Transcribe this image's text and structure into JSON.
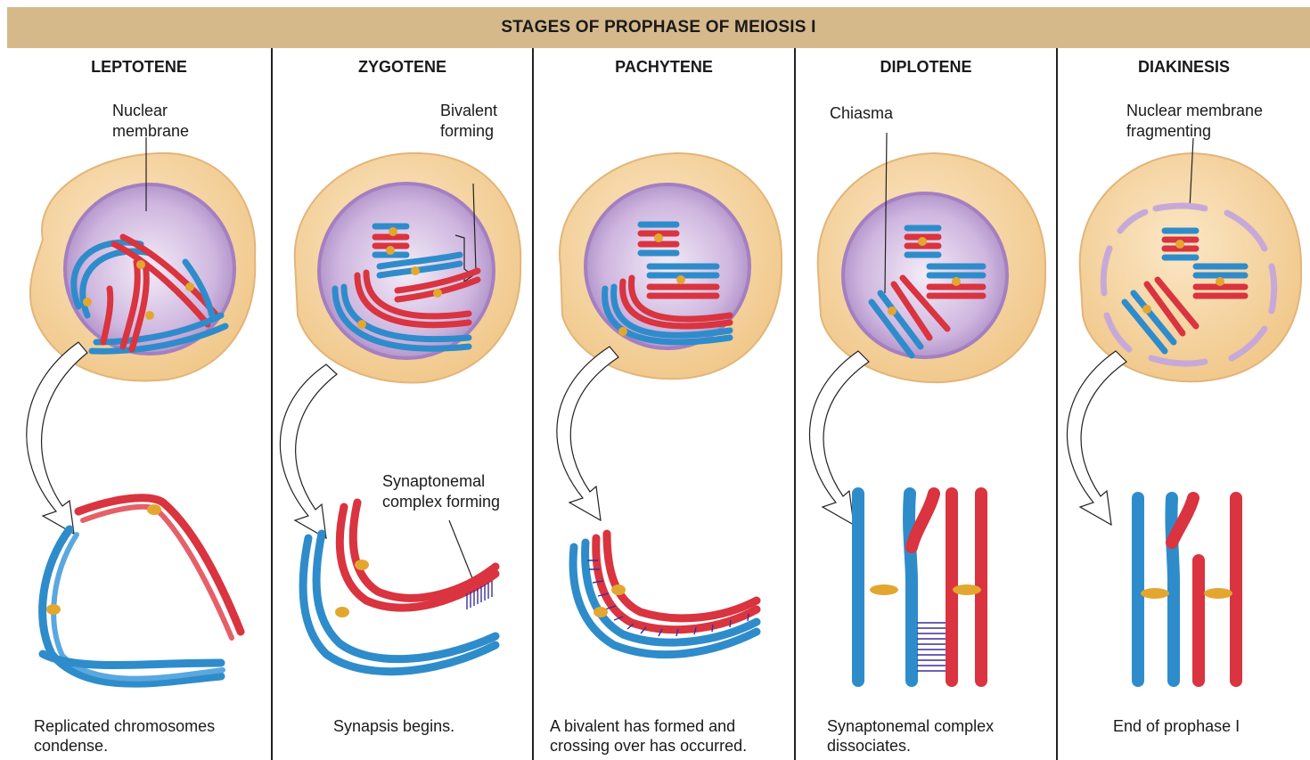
{
  "title": "STAGES OF PROPHASE OF MEIOSIS I",
  "colors": {
    "banner": "#d6b98b",
    "cytoplasm": "#f6d6a4",
    "nucleus": "#c7a9d8",
    "chromosome_red": "#d9343f",
    "chromosome_blue": "#2f8ccb",
    "centromere": "#e3a72f",
    "synaptonemal": "#3a2f9a"
  },
  "stages": [
    {
      "name": "LEPTOTENE",
      "labels": [
        "Nuclear\nmembrane"
      ],
      "caption": "Replicated chromosomes\ncondense."
    },
    {
      "name": "ZYGOTENE",
      "labels": [
        "Bivalent\nforming",
        "Synaptonemal\ncomplex forming"
      ],
      "caption": "Synapsis begins."
    },
    {
      "name": "PACHYTENE",
      "labels": [],
      "caption": "A bivalent has formed and\ncrossing over has occurred."
    },
    {
      "name": "DIPLOTENE",
      "labels": [
        "Chiasma"
      ],
      "caption": "Synaptonemal complex\ndissociates."
    },
    {
      "name": "DIAKINESIS",
      "labels": [
        "Nuclear membrane\nfragmenting"
      ],
      "caption": "End of prophase I"
    }
  ]
}
